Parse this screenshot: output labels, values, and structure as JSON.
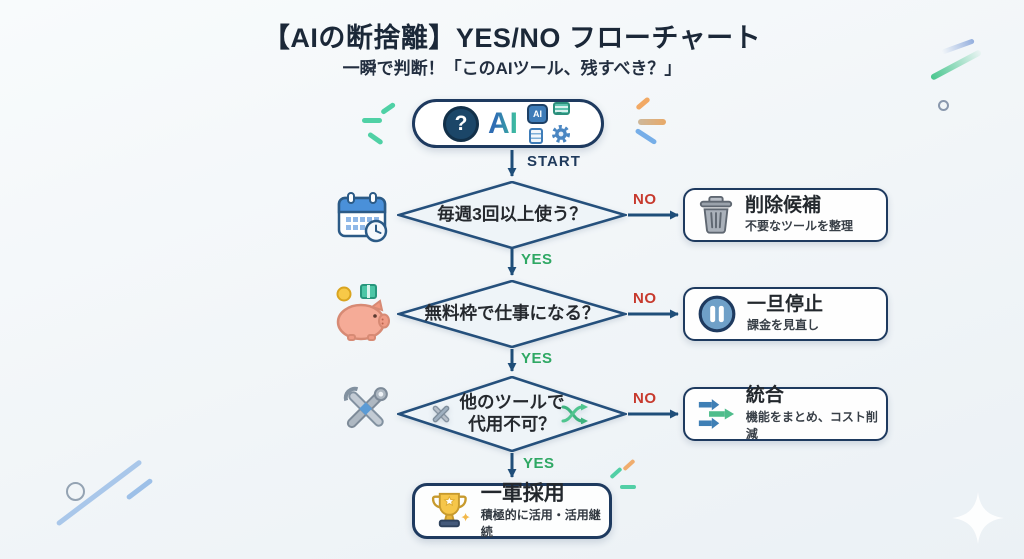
{
  "page": {
    "title": "【AIの断捨離】YES/NO フローチャート",
    "subtitle": "一瞬で判断！「このAIツール、残すべき？」"
  },
  "start": {
    "question_mark": "?",
    "ai_label": "AI",
    "chip_label": "AI",
    "start_label": "START"
  },
  "labels": {
    "yes": "YES",
    "no": "NO"
  },
  "decisions": [
    {
      "question": "毎週3回以上使う？",
      "icon": "calendar-clock-icon"
    },
    {
      "question": "無料枠で仕事になる？",
      "icon": "piggy-bank-icon"
    },
    {
      "question_line1": "他のツールで",
      "question_line2": "代用不可？",
      "icon": "tools-icon",
      "inline_icons": [
        "mini-wrench-icon",
        "shuffle-arrows-icon"
      ]
    }
  ],
  "outcomes": [
    {
      "title": "削除候補",
      "subtitle": "不要なツールを整理",
      "icon": "trash-icon"
    },
    {
      "title": "一旦停止",
      "subtitle": "課金を見直し",
      "icon": "pause-icon"
    },
    {
      "title": "統合",
      "subtitle": "機能をまとめ、コスト削減",
      "icon": "merge-arrows-icon"
    }
  ],
  "final": {
    "title": "一軍採用",
    "subtitle": "積極的に活用・活用継続",
    "icon": "trophy-icon"
  },
  "icons": {
    "start_node": [
      "question-circle-icon",
      "ai-chip-icon",
      "chat-bubble-icon",
      "document-icon",
      "gear-icon"
    ],
    "decorations": [
      "sparkle-burst",
      "comet-streak",
      "circle-outline",
      "four-point-star"
    ]
  },
  "colors": {
    "arrow_navy": "#1f4e79",
    "border_navy": "#1e3a5f",
    "yes_green": "#2fa864",
    "no_red": "#c7392d",
    "ai_blue": "#2f6db3",
    "ai_teal": "#3fbfa0",
    "gold": "#f6c64a",
    "pig_pink": "#f5ab97",
    "pause_blue": "#6fa0c8",
    "background": "#f1f5f8"
  }
}
